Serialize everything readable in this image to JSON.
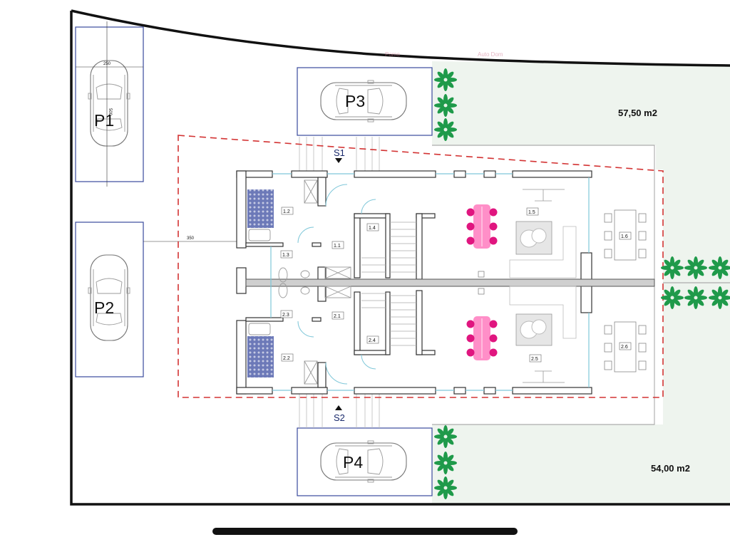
{
  "parking": {
    "p1": "P1",
    "p2": "P2",
    "p3": "P3",
    "p4": "P4"
  },
  "areas": {
    "garden_top": "57,50 m2",
    "garden_bottom": "54,00 m2"
  },
  "sections": {
    "s1": "S1",
    "s2": "S2"
  },
  "rooms": {
    "r1_1": "1.1",
    "r1_2": "1.2",
    "r1_3": "1.3",
    "r1_4": "1.4",
    "r1_5": "1.5",
    "r1_6": "1.6",
    "r2_1": "2.1",
    "r2_2": "2.2",
    "r2_3": "2.3",
    "r2_4": "2.4",
    "r2_5": "2.5",
    "r2_6": "2.6"
  },
  "dimensions": {
    "p1_width": "250",
    "p1_length": "500",
    "offset": "350"
  },
  "colors": {
    "boundary": "#111111",
    "garden": "#eef4ee",
    "plot_outline": "#d33333",
    "parking_frame": "#3a4a9c",
    "chair": "#e0157f",
    "table": "#ff8fc8",
    "palm": "#1f9a4a",
    "tile": "#6c79b8",
    "glass": "#7fc7d9"
  },
  "icons": {
    "car": "car-icon",
    "palm": "palm-tree-icon",
    "section_marker": "triangle-marker-icon"
  }
}
